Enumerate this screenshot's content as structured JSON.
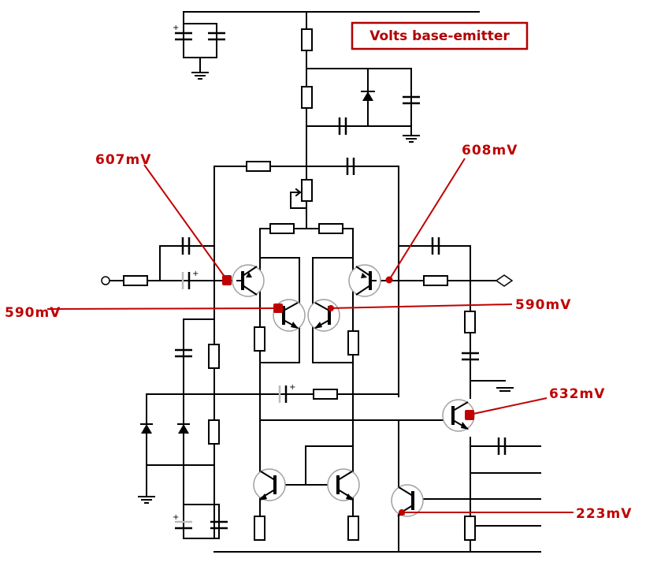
{
  "title": "Volts base-emitter",
  "colors": {
    "annotation": "#c00000",
    "wire": "#000000",
    "background": "#ffffff"
  },
  "annotations": [
    {
      "id": "q1",
      "label": "607mV"
    },
    {
      "id": "q2",
      "label": "608mV"
    },
    {
      "id": "q3",
      "label": "590mV"
    },
    {
      "id": "q4",
      "label": "590mV"
    },
    {
      "id": "q5",
      "label": "632mV"
    },
    {
      "id": "q6",
      "label": "223mV"
    }
  ]
}
